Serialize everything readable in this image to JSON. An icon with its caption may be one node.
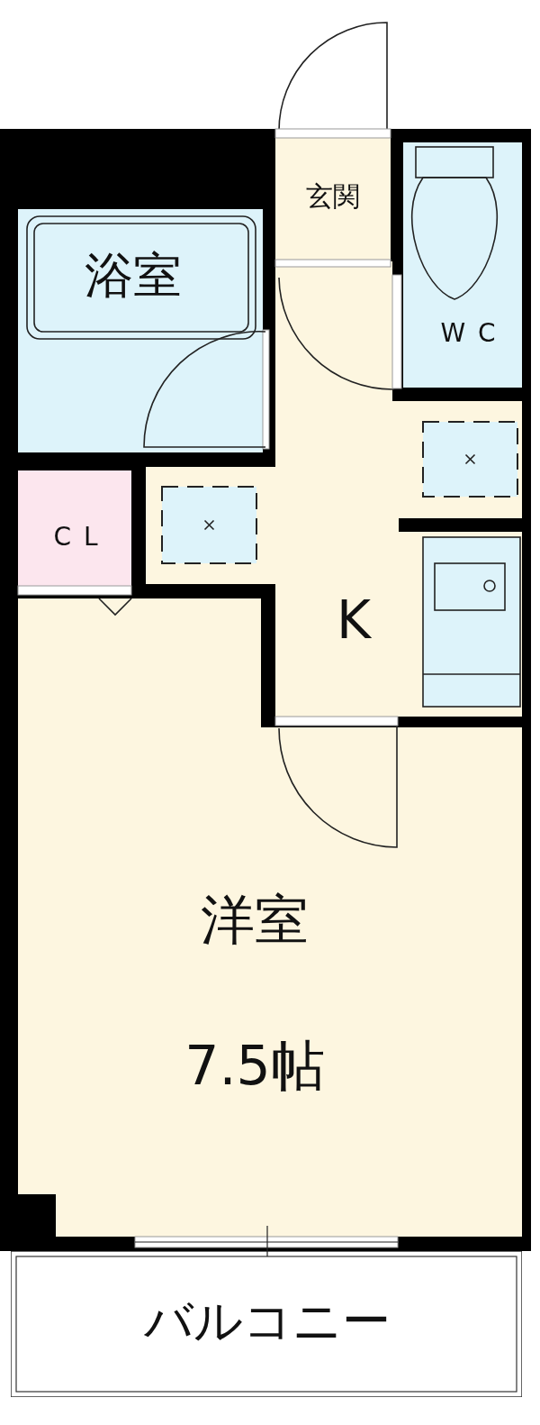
{
  "diagram": {
    "nodes": [
      {
        "text": [
          "玄関"
        ]
      },
      {
        "text": [
          "浴室"
        ]
      },
      {
        "text": [
          "WC"
        ]
      },
      {
        "text": [
          "CL"
        ]
      },
      {
        "text": [
          "K"
        ]
      },
      {
        "text": [
          "洋室",
          "7.5帖"
        ]
      },
      {
        "text": [
          "バルコニー"
        ]
      }
    ]
  }
}
